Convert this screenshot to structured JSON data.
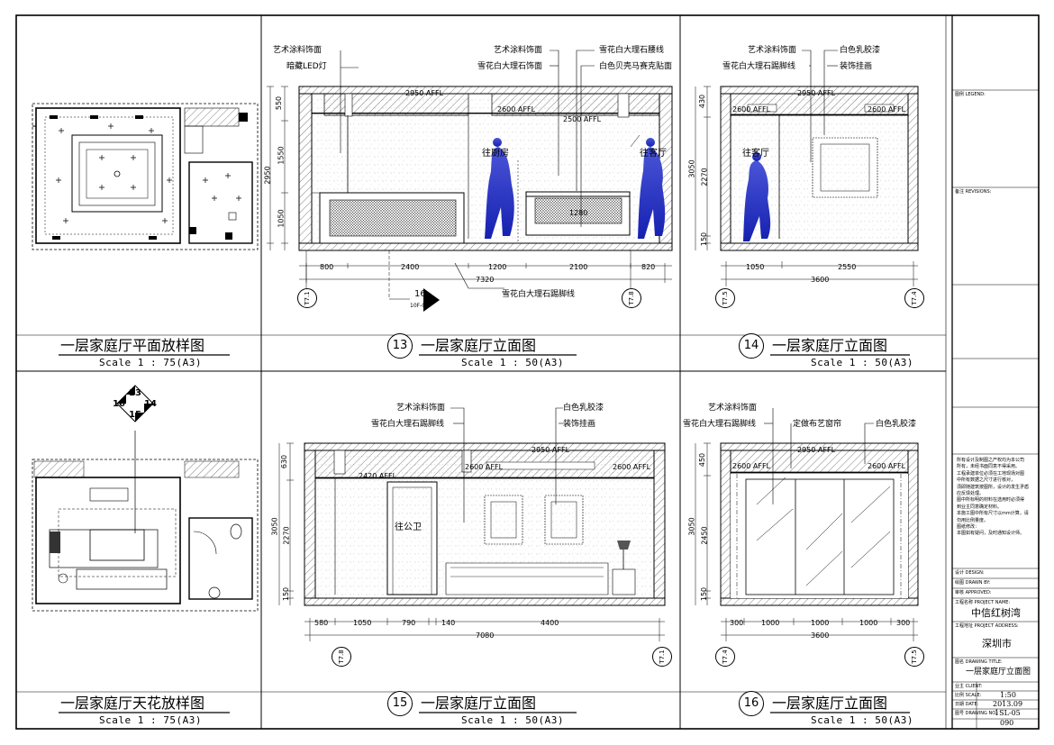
{
  "panels": {
    "plan": {
      "title": "一层家庭厅平面放样图",
      "scale": "Scale 1 : 75(A3)"
    },
    "ceiling": {
      "title": "一层家庭厅天花放样图",
      "scale": "Scale 1 : 75(A3)"
    },
    "e13": {
      "no": "13",
      "title": "一层家庭厅立面图",
      "scale": "Scale 1 : 50(A3)",
      "labels": [
        "艺术涂料饰面",
        "暗藏LED灯",
        "艺术涂料饰面",
        "雪花白大理石饰面",
        "雪花白大理石腰线",
        "白色贝壳马赛克贴面",
        "雪花白大理石踢脚线"
      ],
      "rooms": [
        "往厨房",
        "往客厅"
      ],
      "vdims": [
        "550",
        "1550",
        "2950",
        "1050"
      ],
      "hdims": [
        "800",
        "2400",
        "1200",
        "2100",
        "820"
      ],
      "total": "7320",
      "axes": [
        "T7.1",
        "T7.8"
      ],
      "section": {
        "no": "16",
        "sheet": "10F-07"
      },
      "afl": [
        "2950 AFFL",
        "2600 AFFL",
        "2500 AFFL",
        "1280"
      ]
    },
    "e14": {
      "no": "14",
      "title": "一层家庭厅立面图",
      "scale": "Scale 1 : 50(A3)",
      "labels": [
        "艺术涂料饰面",
        "白色乳胶漆",
        "雪花白大理石踢脚线",
        "装饰挂画"
      ],
      "rooms": [
        "往客厅"
      ],
      "vdims": [
        "430",
        "3050",
        "2270",
        "150"
      ],
      "hdims": [
        "1050",
        "2550"
      ],
      "total": "3600",
      "axes": [
        "T7.5",
        "T7.4"
      ],
      "afl": [
        "2950 AFFL",
        "2600 AFFL",
        "2600 AFFL"
      ]
    },
    "e15": {
      "no": "15",
      "title": "一层家庭厅立面图",
      "scale": "Scale 1 : 50(A3)",
      "labels": [
        "艺术涂料饰面",
        "白色乳胶漆",
        "雪花白大理石踢脚线",
        "装饰挂画"
      ],
      "rooms": [
        "往公卫"
      ],
      "vdims": [
        "630",
        "3050",
        "2270",
        "150"
      ],
      "hdims": [
        "580",
        "1050",
        "790",
        "140",
        "4400"
      ],
      "total": "7080",
      "axes": [
        "T7.8",
        "T7.1"
      ],
      "afl": [
        "2950 AFFL",
        "2420 AFFL",
        "2600 AFFL",
        "2600 AFFL"
      ]
    },
    "e16": {
      "no": "16",
      "title": "一层家庭厅立面图",
      "scale": "Scale 1 : 50(A3)",
      "labels": [
        "艺术涂料饰面",
        "雪花白大理石踢脚线",
        "定做布艺窗帘",
        "白色乳胶漆"
      ],
      "vdims": [
        "450",
        "3050",
        "2450",
        "150"
      ],
      "hdims": [
        "300",
        "1000",
        "1000",
        "1000",
        "300"
      ],
      "total": "3600",
      "axes": [
        "T7.4",
        "T7.5"
      ],
      "afl": [
        "2950 AFFL",
        "2600 AFFL",
        "2600 AFFL"
      ]
    }
  },
  "legend": [
    "13",
    "14",
    "16",
    "15"
  ],
  "title_block": {
    "legend_label": "图例 LEGEND:",
    "revision_label": "备注 REVISIONS:",
    "notes": "所有设计及制图之产权均为本公司\n所有，未经书面同意不得采用。\n工程承建单位必须在工地现场对图\n中所有数据之尺寸进行核对，\n须即随建筑按图所，设计的发生矛盾\n应反馈处理。\n图中所标明的材料在选用时必须得\n到业主同意确定材料。\n本施工图中所有尺寸以mm计算，请\n勿用比例量度。\n图纸修改：\n本图如有疑问，及时通知设计师。",
    "design_label": "设计 DESIGN:",
    "drawn_label": "绘图 DRAWN BY:",
    "checked_label": "审核 APPROVED:",
    "project_label": "工程名称 PROJECT NAME:",
    "project": "中信红树湾",
    "address_label": "工程地址 PROJECT ADDRESS:",
    "address": "深圳市",
    "drawing_title_label": "图名 DRAWING TITLE:",
    "drawing_title": "一层家庭厅立面图",
    "client_label": "业主 CLIENT:",
    "scale_label": "比例 SCALE:",
    "scale": "1:50",
    "date_label": "日期 DATE:",
    "date": "2013.09",
    "drawing_no_label": "图号 DRAWING NO.:",
    "drawing_no": "1SL-05",
    "sheet": "090"
  }
}
